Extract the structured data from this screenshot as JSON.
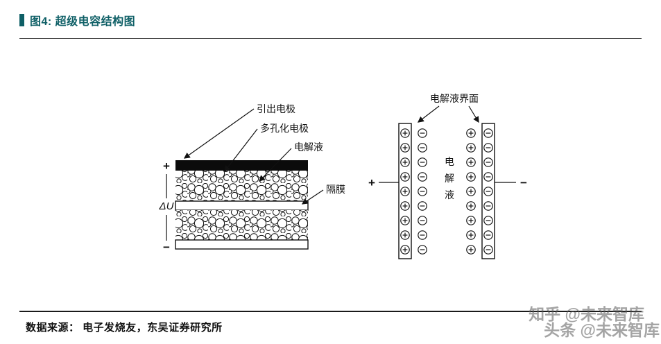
{
  "header": {
    "title": "图4:  超级电容结构图"
  },
  "footer": {
    "source": "数据来源：  电子发烧友，东吴证券研究所"
  },
  "watermarks": {
    "line1": "知乎 @未来智库",
    "line2": "头条 @未来智库"
  },
  "colors": {
    "accent_teal": "#0e5f66",
    "line_black": "#111111",
    "watermark_gray": "#8c8c8c"
  },
  "diagram": {
    "left": {
      "labels": {
        "lead_electrode": "引出电极",
        "porous_electrode": "多孔化电极",
        "electrolyte": "电解液",
        "separator": "隔膜"
      },
      "plus_terminal": "+",
      "delta_u": "ΔU",
      "minus_terminal": "−"
    },
    "right": {
      "interface_label": "电解液界面",
      "electrolyte_vertical": [
        "电",
        "解",
        "液"
      ],
      "plus_terminal": "+",
      "minus_terminal": "−",
      "charges": {
        "plus_count": 9,
        "minus_count": 9,
        "plus_symbol": "⊕",
        "minus_symbol": "⊖"
      }
    }
  }
}
